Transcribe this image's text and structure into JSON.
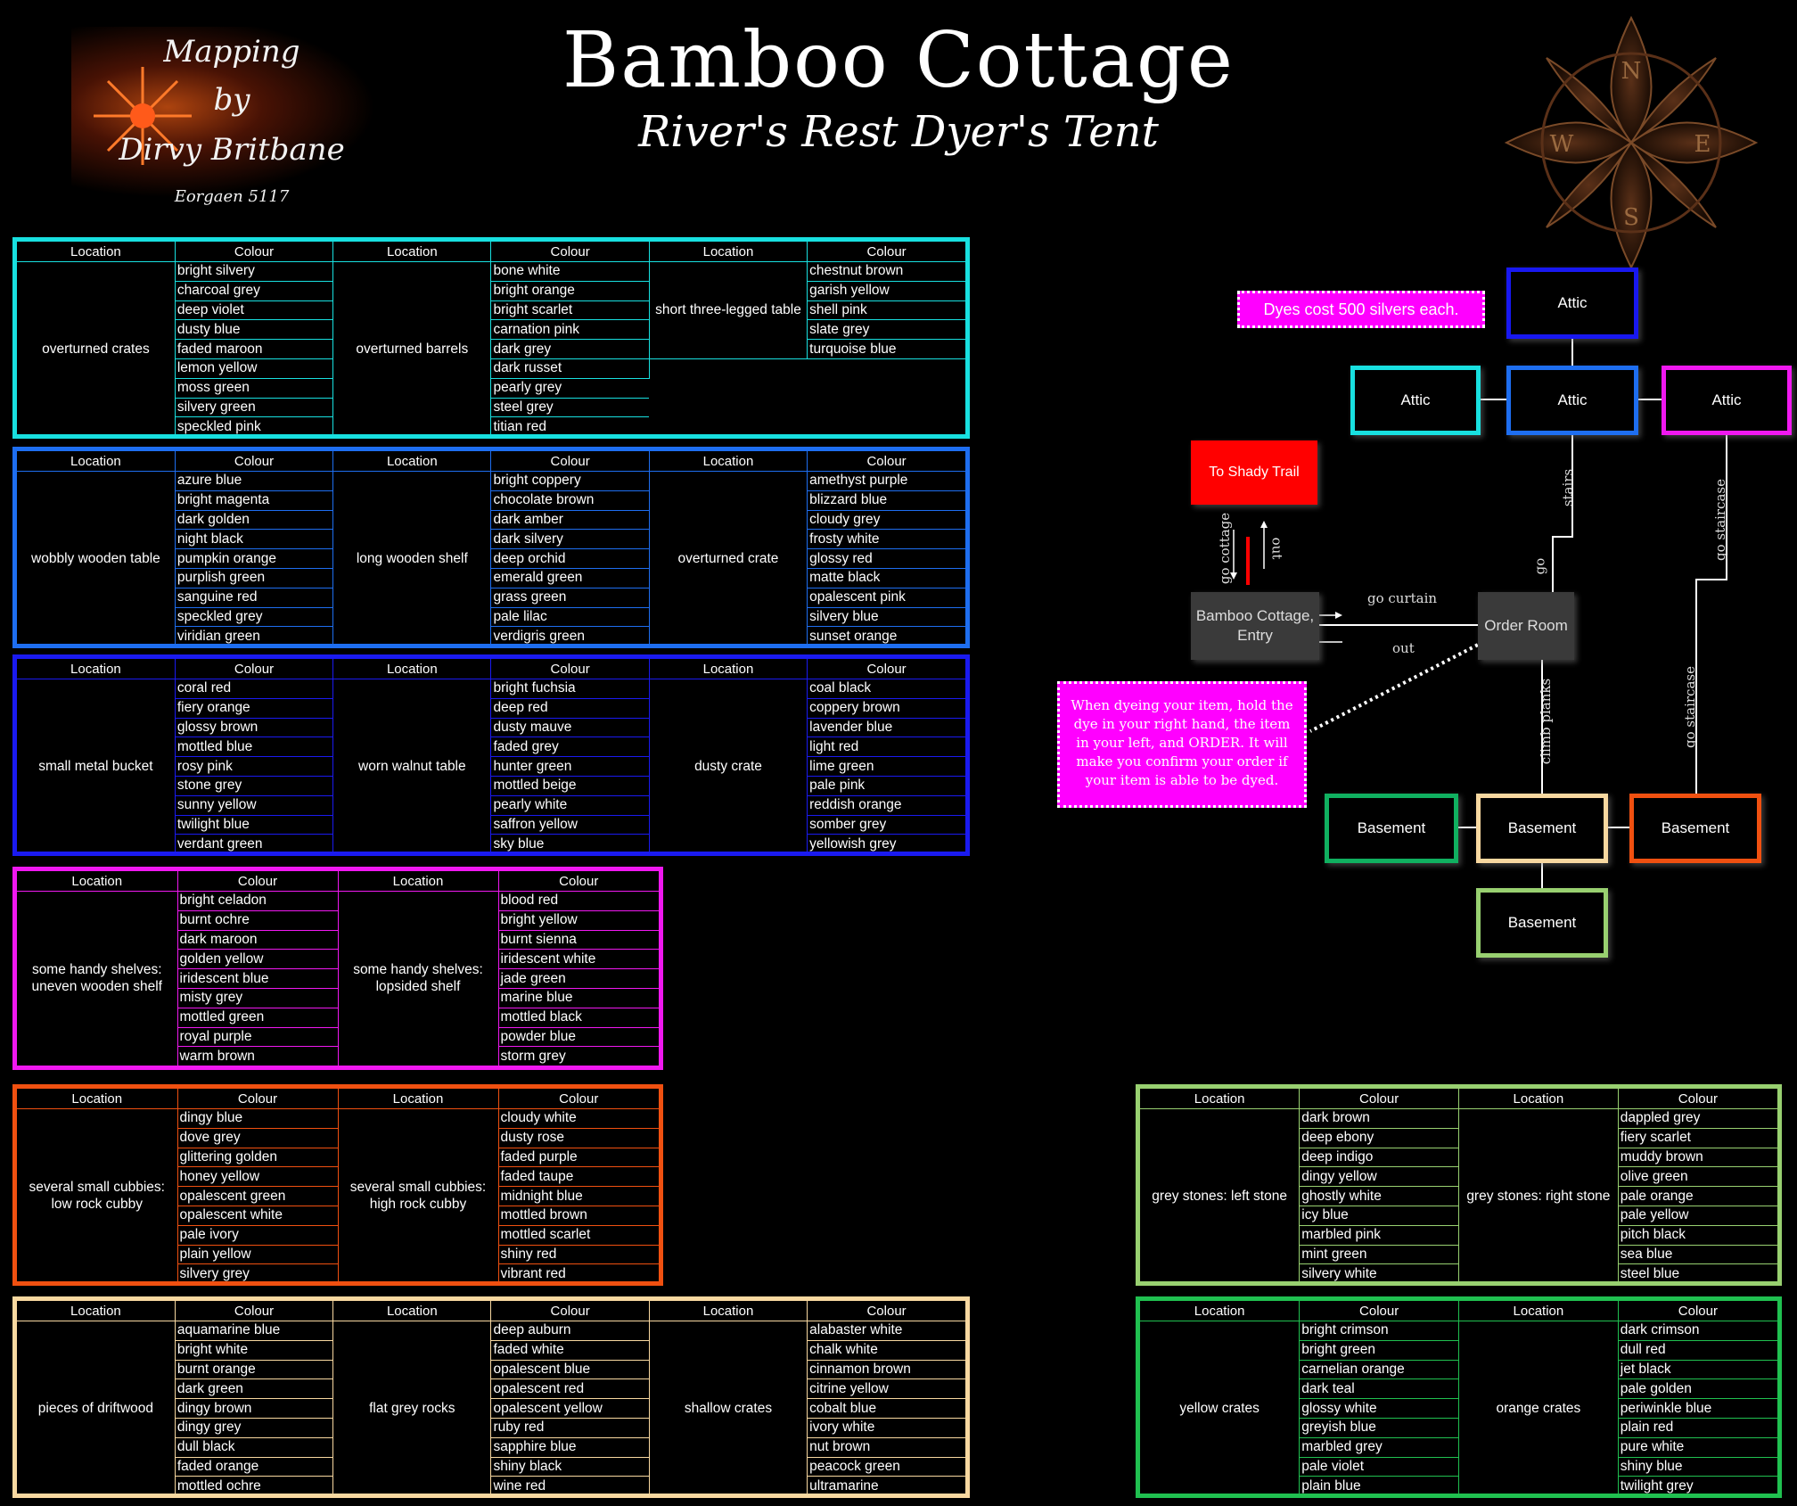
{
  "header": {
    "title": "Bamboo Cottage",
    "subtitle": "River's Rest Dyer's Tent"
  },
  "credit": {
    "line1": "Mapping",
    "line2": "by",
    "line3": "Dirvy Britbane",
    "line4": "Eorgaen 5117"
  },
  "compass": {
    "n": "N",
    "e": "E",
    "s": "S",
    "w": "W"
  },
  "table_headers": {
    "location": "Location",
    "colour": "Colour"
  },
  "colors": {
    "cyan": "#18e0e0",
    "blue": "#1e6ef0",
    "darkblue": "#1a1af0",
    "magenta": "#f018f0",
    "orange": "#f05010",
    "peach": "#f8d8a0",
    "lightgreen": "#98d070",
    "green": "#20c050",
    "tealgreen": "#10b060"
  },
  "tables": [
    {
      "id": "t1",
      "color": "cyan",
      "groups": [
        {
          "location": "overturned crates",
          "colours": [
            "bright silvery",
            "charcoal grey",
            "deep violet",
            "dusty blue",
            "faded maroon",
            "lemon yellow",
            "moss green",
            "silvery green",
            "speckled pink"
          ]
        },
        {
          "location": "overturned barrels",
          "colours": [
            "bone white",
            "bright orange",
            "bright scarlet",
            "carnation pink",
            "dark grey",
            "dark russet",
            "pearly grey",
            "steel grey",
            "titian red"
          ]
        },
        {
          "location": "short three-legged table",
          "colours": [
            "chestnut brown",
            "garish yellow",
            "shell pink",
            "slate grey",
            "turquoise blue"
          ]
        }
      ]
    },
    {
      "id": "t2",
      "color": "blue",
      "groups": [
        {
          "location": "wobbly wooden table",
          "colours": [
            "azure blue",
            "bright magenta",
            "dark golden",
            "night black",
            "pumpkin orange",
            "purplish green",
            "sanguine red",
            "speckled grey",
            "viridian green"
          ]
        },
        {
          "location": "long wooden shelf",
          "colours": [
            "bright coppery",
            "chocolate brown",
            "dark amber",
            "dark silvery",
            "deep orchid",
            "emerald green",
            "grass green",
            "pale lilac",
            "verdigris green"
          ]
        },
        {
          "location": "overturned crate",
          "colours": [
            "amethyst purple",
            "blizzard blue",
            "cloudy grey",
            "frosty white",
            "glossy red",
            "matte black",
            "opalescent pink",
            "silvery blue",
            "sunset orange"
          ]
        }
      ]
    },
    {
      "id": "t3",
      "color": "darkblue",
      "groups": [
        {
          "location": "small metal bucket",
          "colours": [
            "coral red",
            "fiery orange",
            "glossy brown",
            "mottled blue",
            "rosy pink",
            "stone grey",
            "sunny yellow",
            "twilight blue",
            "verdant green"
          ]
        },
        {
          "location": "worn walnut table",
          "colours": [
            "bright fuchsia",
            "deep red",
            "dusty mauve",
            "faded grey",
            "hunter green",
            "mottled beige",
            "pearly white",
            "saffron yellow",
            "sky blue"
          ]
        },
        {
          "location": "dusty crate",
          "colours": [
            "coal black",
            "coppery brown",
            "lavender blue",
            "light red",
            "lime green",
            "pale pink",
            "reddish orange",
            "somber grey",
            "yellowish grey"
          ]
        }
      ]
    },
    {
      "id": "t4",
      "color": "magenta",
      "groups": [
        {
          "location": "some handy shelves: uneven wooden shelf",
          "colours": [
            "bright celadon",
            "burnt ochre",
            "dark maroon",
            "golden yellow",
            "iridescent blue",
            "misty grey",
            "mottled green",
            "royal purple",
            "warm brown"
          ]
        },
        {
          "location": "some handy shelves: lopsided shelf",
          "colours": [
            "blood red",
            "bright yellow",
            "burnt sienna",
            "iridescent white",
            "jade green",
            "marine blue",
            "mottled black",
            "powder blue",
            "storm grey"
          ]
        }
      ]
    },
    {
      "id": "t5",
      "color": "orange",
      "groups": [
        {
          "location": "several small cubbies: low rock cubby",
          "colours": [
            "dingy blue",
            "dove grey",
            "glittering golden",
            "honey yellow",
            "opalescent green",
            "opalescent white",
            "pale ivory",
            "plain yellow",
            "silvery grey"
          ]
        },
        {
          "location": "several small cubbies: high rock cubby",
          "colours": [
            "cloudy white",
            "dusty rose",
            "faded purple",
            "faded taupe",
            "midnight blue",
            "mottled brown",
            "mottled scarlet",
            "shiny red",
            "vibrant red"
          ]
        }
      ]
    },
    {
      "id": "t6",
      "color": "peach",
      "groups": [
        {
          "location": "pieces of driftwood",
          "colours": [
            "aquamarine blue",
            "bright white",
            "burnt orange",
            "dark green",
            "dingy brown",
            "dingy grey",
            "dull black",
            "faded orange",
            "mottled ochre"
          ]
        },
        {
          "location": "flat grey rocks",
          "colours": [
            "deep auburn",
            "faded white",
            "opalescent blue",
            "opalescent red",
            "opalescent yellow",
            "ruby red",
            "sapphire blue",
            "shiny black",
            "wine red"
          ]
        },
        {
          "location": "shallow crates",
          "colours": [
            "alabaster white",
            "chalk white",
            "cinnamon brown",
            "citrine yellow",
            "cobalt blue",
            "ivory white",
            "nut brown",
            "peacock green",
            "ultramarine"
          ]
        }
      ]
    },
    {
      "id": "t7",
      "color": "lightgreen",
      "groups": [
        {
          "location": "grey stones: left stone",
          "colours": [
            "dark brown",
            "deep ebony",
            "deep indigo",
            "dingy yellow",
            "ghostly white",
            "icy blue",
            "marbled pink",
            "mint green",
            "silvery white"
          ]
        },
        {
          "location": "grey stones: right stone",
          "colours": [
            "dappled grey",
            "fiery scarlet",
            "muddy brown",
            "olive green",
            "pale orange",
            "pale yellow",
            "pitch black",
            "sea blue",
            "steel blue"
          ]
        }
      ]
    },
    {
      "id": "t8",
      "color": "green",
      "groups": [
        {
          "location": "yellow crates",
          "colours": [
            "bright crimson",
            "bright green",
            "carnelian orange",
            "dark teal",
            "glossy white",
            "greyish blue",
            "marbled grey",
            "pale violet",
            "plain blue"
          ]
        },
        {
          "location": "orange crates",
          "colours": [
            "dark crimson",
            "dull red",
            "jet black",
            "pale golden",
            "periwinkle blue",
            "plain red",
            "pure white",
            "shiny blue",
            "twilight grey"
          ]
        }
      ]
    }
  ],
  "map": {
    "price_note": "Dyes cost 500 silvers each.",
    "help_note": "When dyeing your item, hold the dye in your right hand, the item in your left, and ORDER.  It will make you confirm your order if your item is able to be dyed.",
    "nodes": {
      "attic_top": "Attic",
      "attic_left": "Attic",
      "attic_mid": "Attic",
      "attic_right": "Attic",
      "shady": "To Shady Trail",
      "entry": "Bamboo Cottage, Entry",
      "order": "Order Room",
      "base_left": "Basement",
      "base_mid": "Basement",
      "base_right": "Basement",
      "base_bottom": "Basement"
    },
    "labels": {
      "go_cottage": "go cottage",
      "out_up": "out",
      "go_curtain": "go curtain",
      "out_left": "out",
      "stairs": "stairs",
      "go": "go",
      "go_staircase_top": "go staircase",
      "go_staircase_bottom": "go staircase",
      "climb_planks": "climb planks"
    }
  }
}
